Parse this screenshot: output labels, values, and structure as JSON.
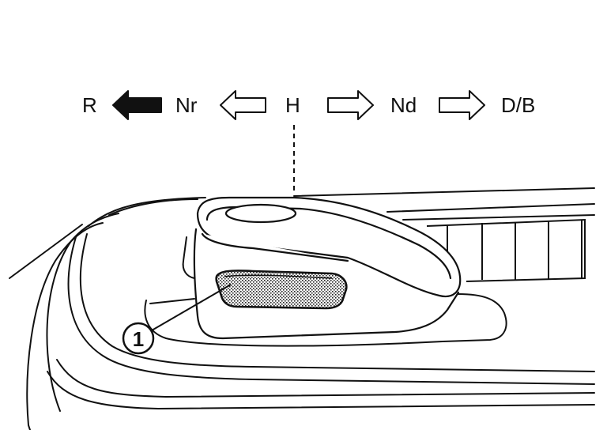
{
  "positions": {
    "r": "R",
    "nr": "Nr",
    "h": "H",
    "nd": "Nd",
    "db": "D/B"
  },
  "callout": {
    "number": "1"
  },
  "colors": {
    "line": "#111111",
    "background": "#ffffff"
  }
}
